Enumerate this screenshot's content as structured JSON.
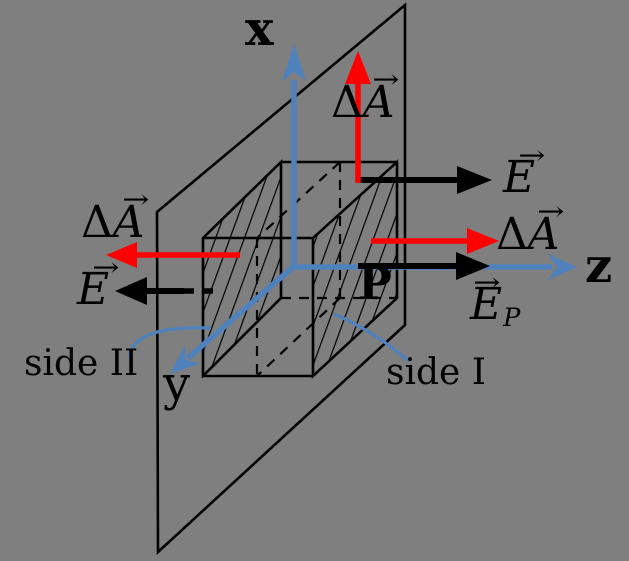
{
  "figure": {
    "description_hidden": "",
    "colors": {
      "background": "#7f7f7f",
      "axis_blue": "#4f81bd",
      "area_vector_red": "#ff0000",
      "field_vector_black": "#000000"
    },
    "labels": {
      "axis_x": "x",
      "axis_y": "y",
      "axis_z": "z",
      "point": "P",
      "side_one": "side I",
      "side_two": "side II",
      "delta": "Δ",
      "area_letter": "A",
      "field_letter": "E",
      "point_sub": "P",
      "vec_mark": "→"
    }
  }
}
